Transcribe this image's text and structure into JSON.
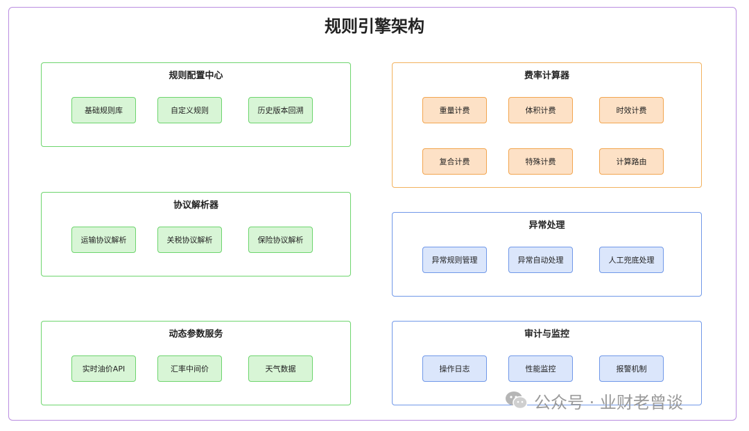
{
  "title": "规则引擎架构",
  "groups": [
    {
      "title": "规则配置中心",
      "items": [
        "基础规则库",
        "自定义规则",
        "历史版本回溯"
      ]
    },
    {
      "title": "协议解析器",
      "items": [
        "运输协议解析",
        "关税协议解析",
        "保险协议解析"
      ]
    },
    {
      "title": "动态参数服务",
      "items": [
        "实时油价API",
        "汇率中间价",
        "天气数据"
      ]
    },
    {
      "title": "费率计算器",
      "items": [
        "重量计费",
        "体积计费",
        "时效计费",
        "复合计费",
        "特殊计费",
        "计算路由"
      ]
    },
    {
      "title": "异常处理",
      "items": [
        "异常规则管理",
        "异常自动处理",
        "人工兜底处理"
      ]
    },
    {
      "title": "审计与监控",
      "items": [
        "操作日志",
        "性能监控",
        "报警机制"
      ]
    }
  ],
  "watermark": "公众号 · 业财老曾谈",
  "colors": {
    "frame": "#b98de0",
    "green": "#6cd46c",
    "orange": "#f2b15c",
    "blue": "#6f97e8"
  }
}
